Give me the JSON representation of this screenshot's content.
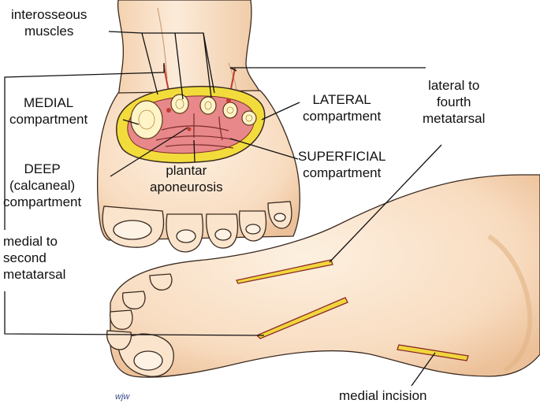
{
  "labels": {
    "interosseous": [
      "interosseous",
      "muscles"
    ],
    "medial_compartment": [
      "MEDIAL",
      "compartment"
    ],
    "lateral_compartment": [
      "LATERAL",
      "compartment"
    ],
    "lateral_to_fourth": [
      "lateral to",
      "fourth",
      "metatarsal"
    ],
    "deep_compartment": [
      "DEEP",
      "(calcaneal)",
      "compartment"
    ],
    "plantar_aponeurosis": [
      "plantar",
      "aponeurosis"
    ],
    "superficial_compartment": [
      "SUPERFICIAL",
      "compartment"
    ],
    "medial_to_second": [
      "medial to",
      "second",
      "metatarsal"
    ],
    "medial_incision": [
      "medial incision"
    ]
  },
  "signature": "wjw",
  "colors": {
    "skin": "#fbe6cf",
    "skin_shadow": "#eec59c",
    "outline": "#3a2a20",
    "fat": "#f2dc3c",
    "muscle": "#e8888a",
    "bone": "#fff4c8",
    "vessel": "#c23a32",
    "incision": "#f0d63c"
  }
}
